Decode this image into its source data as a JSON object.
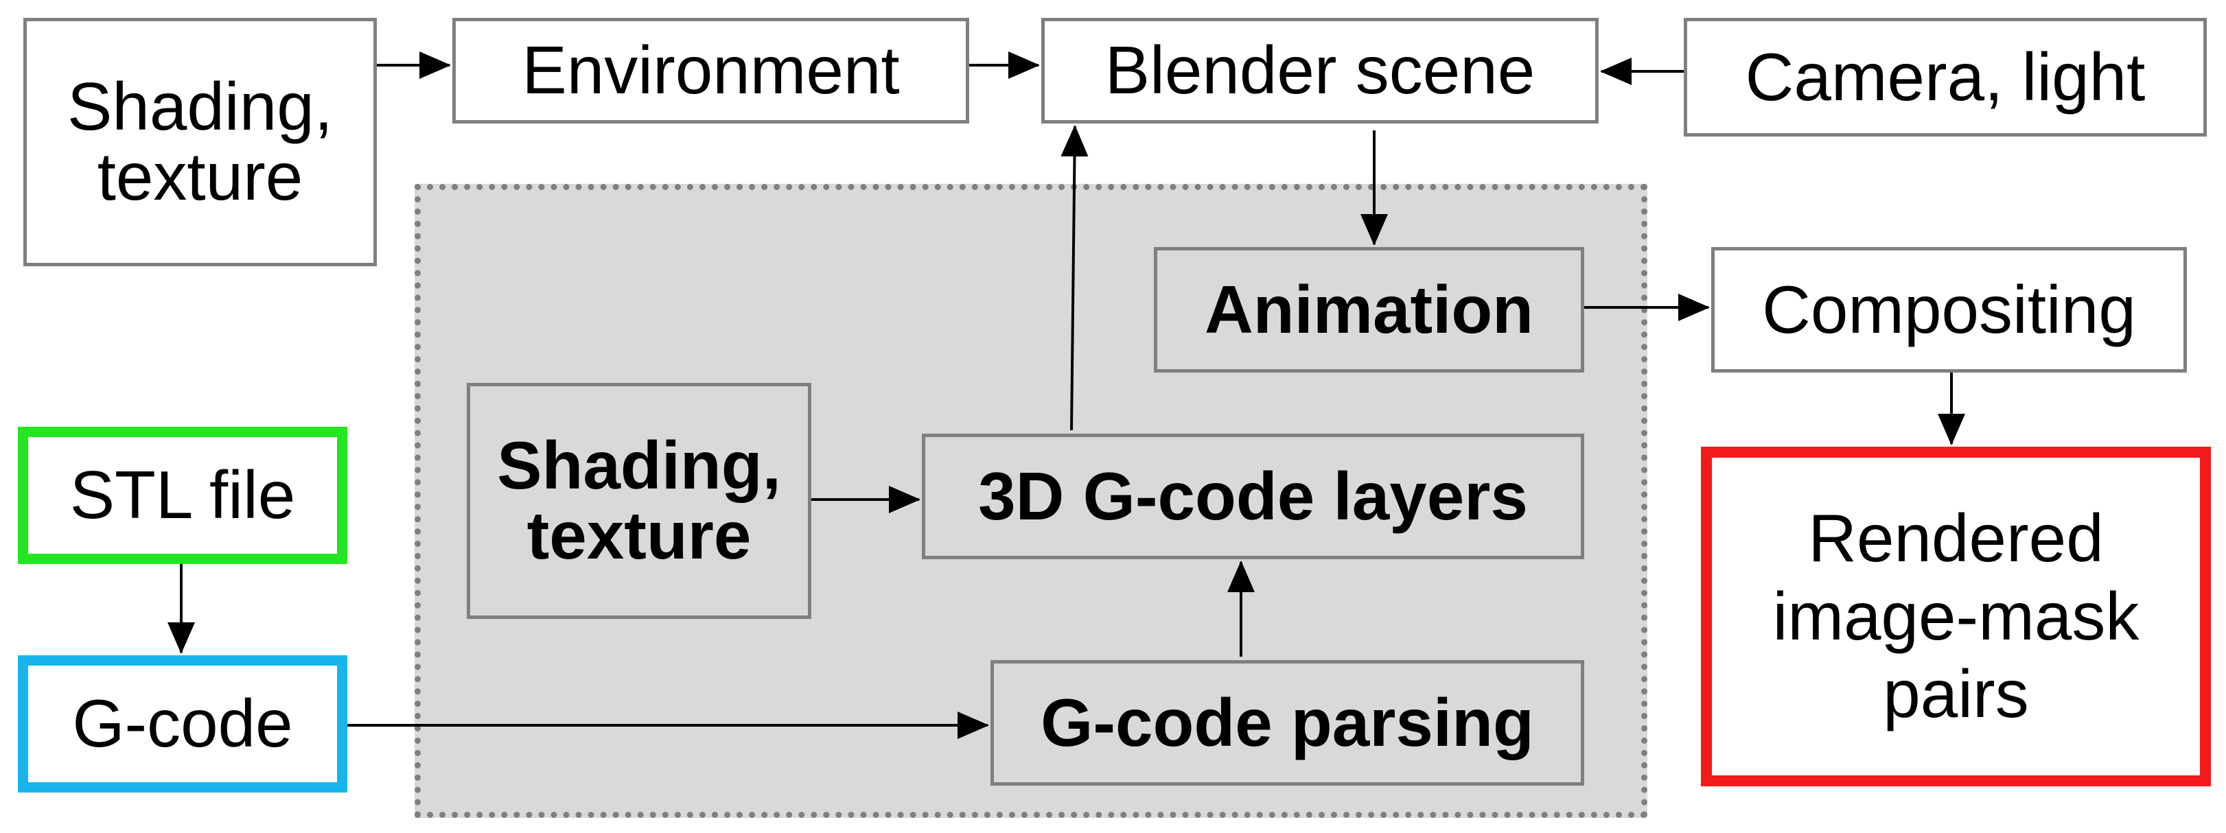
{
  "colors": {
    "box_border": "#7f7f7f",
    "group_fill": "#d9d9d9",
    "stl_border": "#21e621",
    "gcode_border": "#18b4ec",
    "rendered_border": "#f21a1a",
    "arrow": "#000000"
  },
  "nodes": {
    "shading_texture_outer": "Shading,\ntexture",
    "environment": "Environment",
    "blender_scene": "Blender scene",
    "camera_light": "Camera, light",
    "animation": "Animation",
    "compositing": "Compositing",
    "shading_texture_inner": "Shading,\ntexture",
    "gcode_layers_3d": "3D G-code layers",
    "gcode_parsing": "G-code parsing",
    "stl_file": "STL file",
    "gcode": "G-code",
    "rendered_pairs": "Rendered\nimage-mask\npairs"
  },
  "edges": [
    {
      "from": "shading_texture_outer",
      "to": "environment"
    },
    {
      "from": "environment",
      "to": "blender_scene"
    },
    {
      "from": "camera_light",
      "to": "blender_scene"
    },
    {
      "from": "blender_scene",
      "to": "animation"
    },
    {
      "from": "animation",
      "to": "compositing"
    },
    {
      "from": "compositing",
      "to": "rendered_pairs"
    },
    {
      "from": "gcode_layers_3d",
      "to": "blender_scene"
    },
    {
      "from": "shading_texture_inner",
      "to": "gcode_layers_3d"
    },
    {
      "from": "gcode_parsing",
      "to": "gcode_layers_3d"
    },
    {
      "from": "stl_file",
      "to": "gcode"
    },
    {
      "from": "gcode",
      "to": "gcode_parsing"
    }
  ]
}
